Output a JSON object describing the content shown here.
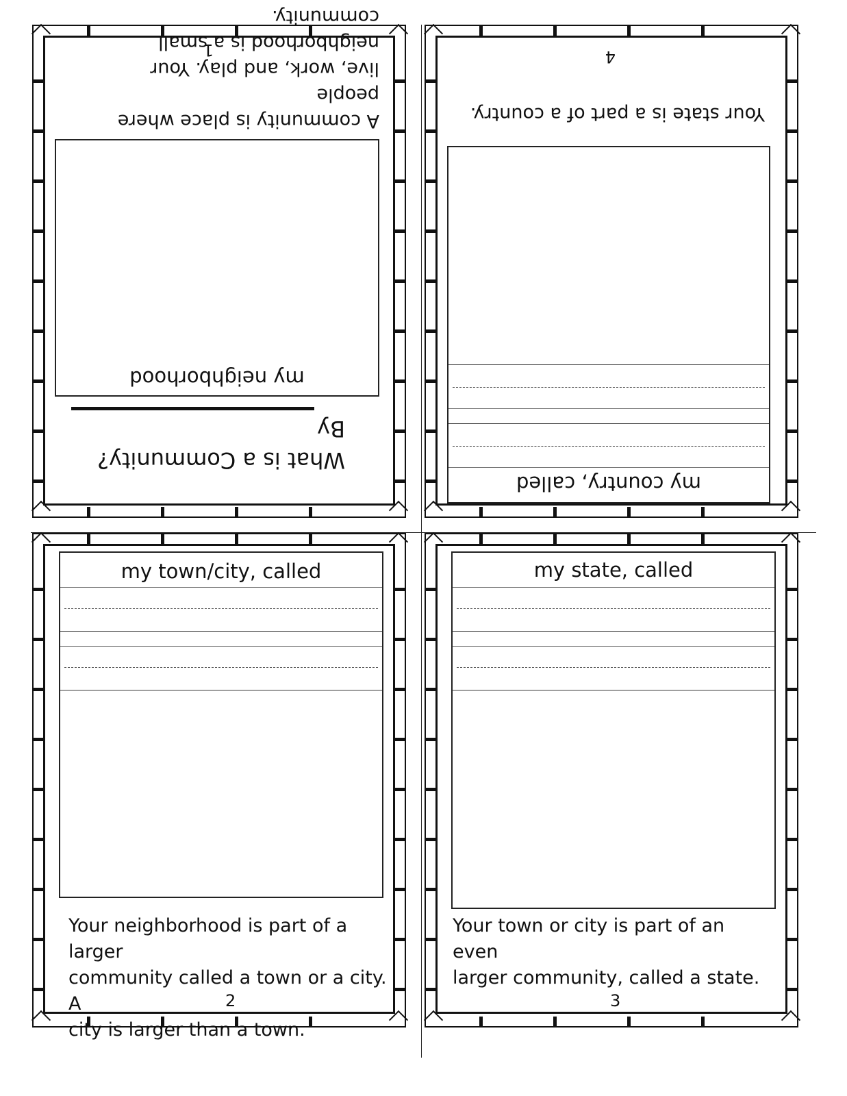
{
  "page1": {
    "title": "What is a Community?",
    "by_label": "By",
    "picture_caption": "my neighborhood",
    "text_lines": [
      "A community is place where people",
      "live, work, and play.  Your",
      "neighborhood is a small community."
    ],
    "page_number": "1"
  },
  "page2": {
    "box_heading": "my town/city, called",
    "text_lines": [
      "Your neighborhood is part of a larger",
      "community called a town or a city.  A",
      "city is larger than a town."
    ],
    "page_number": "2"
  },
  "page3": {
    "box_heading": "my state, called",
    "text_lines": [
      "Your town or city is part of an even",
      "larger community, called a state."
    ],
    "page_number": "3"
  },
  "page4": {
    "box_heading": "my country, called",
    "text_lines": [
      "Your state is a part of a country."
    ],
    "page_number": "4"
  }
}
